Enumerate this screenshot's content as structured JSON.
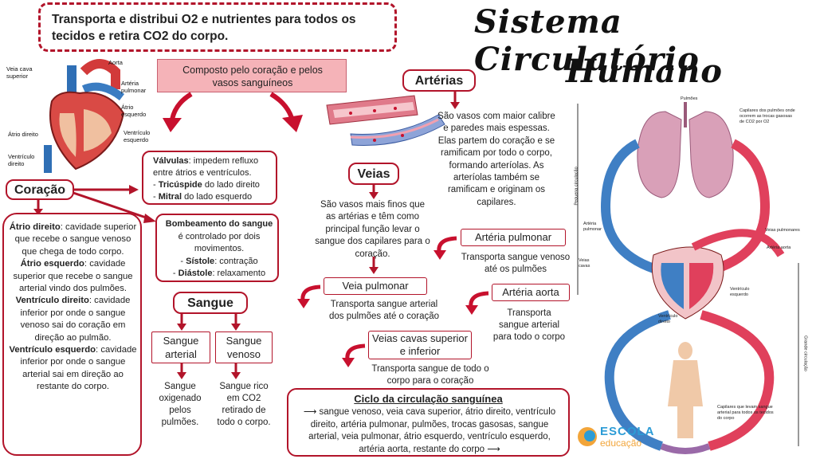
{
  "title": {
    "line1": "Sistema Circulatório",
    "line2": "Humano"
  },
  "intro": "Transporta e distribui O2 e nutrientes para todos os tecidos e retira CO2 do corpo.",
  "composed": "Composto pelo coração e pelos vasos sanguíneos",
  "heart_labels": {
    "aorta": "Aorta",
    "vcs": "Veia cava superior",
    "arteria_pulmonar": "Artéria pulmonar",
    "atrio_esquerdo": "Átrio esquerdo",
    "ventriculo_esquerdo": "Ventrículo esquerdo",
    "atrio_direito": "Átrio direito",
    "ventriculo_direito": "Ventrículo direito"
  },
  "coracao": {
    "title": "Coração",
    "valvulas_term": "Válvulas",
    "valvulas_text": ": impedem refluxo entre átrios e ventrículos.",
    "tricuspide_term": "Tricúspide",
    "tricuspide_text": " do lado direito",
    "mitral_term": "Mitral",
    "mitral_text": " do lado esquerdo",
    "bombeamento_term": "Bombeamento do sangue",
    "bombeamento_text": " é controlado por dois movimentos.",
    "sistole_term": "Sístole",
    "sistole_text": ": contração",
    "diastole_term": "Diástole",
    "diastole_text": ": relaxamento",
    "atrio_direito_term": "Átrio direito",
    "atrio_direito_text": ": cavidade superior que recebe o sangue venoso que chega de todo corpo.",
    "atrio_esquerdo_term": "Átrio esquerdo",
    "atrio_esquerdo_text": ": cavidade superior que recebe o sangue arterial vindo dos pulmões.",
    "ventriculo_direito_term": "Ventrículo direito",
    "ventriculo_direito_text": ": cavidade inferior por onde o sangue venoso sai do coração em direção ao pulmão.",
    "ventriculo_esquerdo_term": "Ventrículo esquerdo",
    "ventriculo_esquerdo_text": ": cavidade inferior por onde o sangue arterial sai em direção ao restante do corpo."
  },
  "sangue": {
    "title": "Sangue",
    "arterial": "Sangue arterial",
    "venoso": "Sangue venoso",
    "arterial_desc": "Sangue oxigenado pelos pulmões.",
    "venoso_desc": "Sangue rico em CO2 retirado de todo o corpo."
  },
  "arterias": {
    "title": "Artérias",
    "desc": "São vasos com maior calibre e paredes mais espessas. Elas partem do coração e se ramificam por todo o corpo, formando arteríolas. As arteríolas também se ramificam e originam os capilares."
  },
  "veias": {
    "title": "Veias",
    "desc": "São vasos mais finos que as artérias e têm como principal função levar o sangue dos capilares para o coração."
  },
  "arteria_pulmonar": {
    "title": "Artéria pulmonar",
    "desc": "Transporta sangue venoso até os pulmões"
  },
  "veia_pulmonar": {
    "title": "Veia pulmonar",
    "desc": "Transporta sangue arterial dos pulmões até o coração"
  },
  "arteria_aorta": {
    "title": "Artéria aorta",
    "desc": "Transporta sangue arterial para todo o corpo"
  },
  "veias_cavas": {
    "title": "Veias cavas superior e inferior",
    "desc": "Transporta sangue de todo o corpo para o coração"
  },
  "ciclo": {
    "title": "Ciclo da circulação sanguínea",
    "text": "sangue venoso, veia cava superior, átrio direito, ventrículo direito, artéria pulmonar, pulmões, trocas gasosas, sangue arterial, veia pulmonar, átrio esquerdo, ventrículo esquerdo, artéria aorta, restante do corpo"
  },
  "diagram_labels": {
    "pulmoes": "Pulmões",
    "capilares_pulmoes": "Capilares dos pulmões onde ocorrem as trocas gasosas de CO2 por O2",
    "pequena": "Pequena circulação",
    "grande": "Grande circulação",
    "arteria_pulmonar": "Artéria pulmonar",
    "veias_pulmonares": "Veias pulmonares",
    "arteria_aorta": "Artéria aorta",
    "veias_cavas": "Veias cavas",
    "ventriculo_esquerdo": "Ventrículo esquerdo",
    "ventriculo_direito": "Ventrículo direito",
    "capilares_corpo": "Capilares que levam sangue arterial para todos os tecidos do corpo"
  },
  "logo": {
    "line1": "ESCOLA",
    "line2": "educação"
  },
  "colors": {
    "accent": "#b2142a",
    "arterial": "#e0405c",
    "venous": "#3f7fc4",
    "lung": "#d9a0b8"
  }
}
